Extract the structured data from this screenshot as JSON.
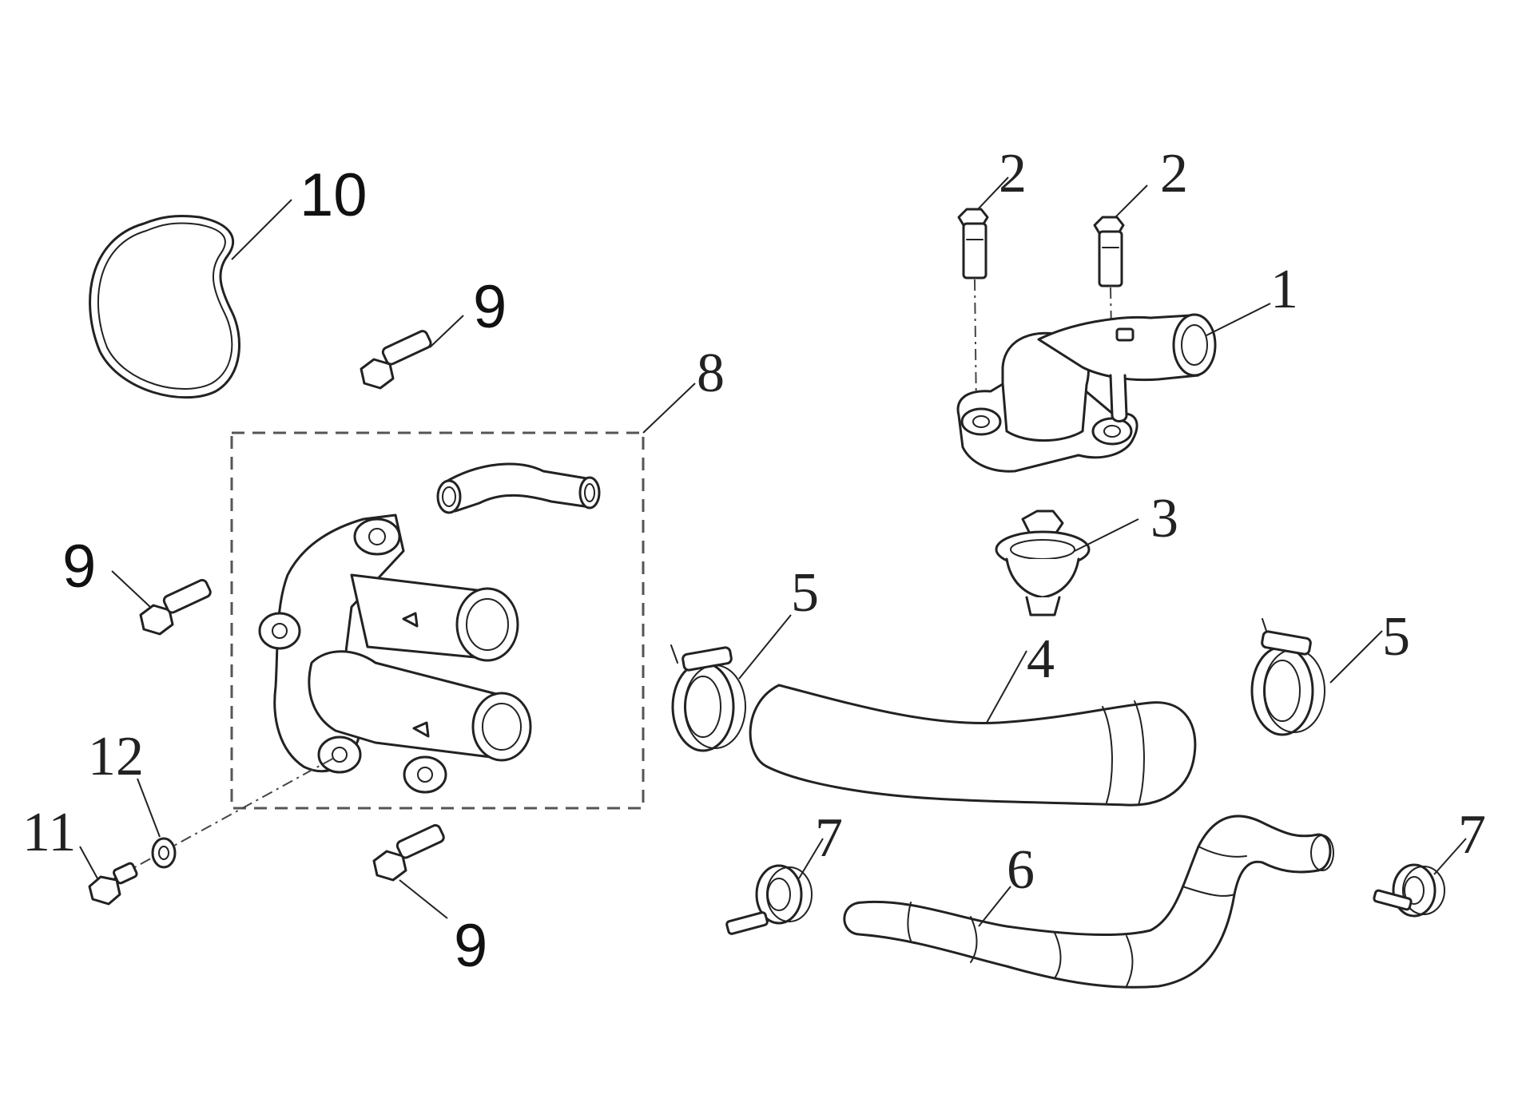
{
  "diagram": {
    "labels": {
      "housing_cover": "1",
      "bolt_left": "2",
      "bolt_right": "2",
      "thermostat": "3",
      "hose_upper": "4",
      "clamp_left": "5",
      "clamp_right": "5",
      "hose_lower": "6",
      "clamp_small_left": "7",
      "clamp_small_right": "7",
      "outlet_assembly": "8",
      "bolt_top": "9",
      "bolt_left_mid": "9",
      "bolt_bottom": "9",
      "o_ring": "10",
      "drain_bolt": "11",
      "washer": "12"
    }
  }
}
